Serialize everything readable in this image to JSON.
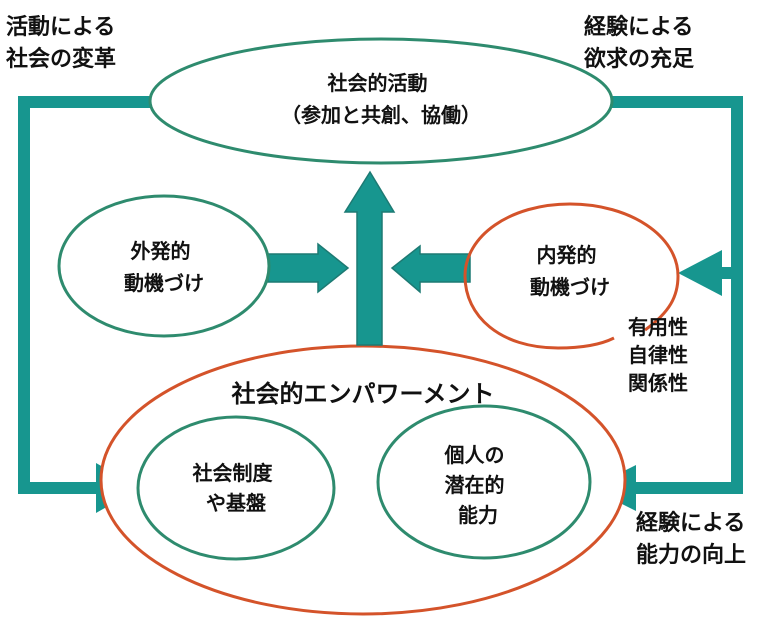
{
  "colors": {
    "teal": "#17968f",
    "teal_stroke": "#1d7a73",
    "green_ellipse": "#2e8b6e",
    "orange_ellipse": "#d4532a",
    "text": "#111111",
    "background": "#ffffff"
  },
  "corner_labels": {
    "top_left": [
      "活動による",
      "社会の変革"
    ],
    "top_right": [
      "経験による",
      "欲求の充足"
    ],
    "bottom_right": [
      "経験による",
      "能力の向上"
    ]
  },
  "nodes": {
    "social_activity": [
      "社会的活動",
      "（参加と共創、協働）"
    ],
    "extrinsic_motivation": [
      "外発的",
      "動機づけ"
    ],
    "intrinsic_motivation": [
      "内発的",
      "動機づけ"
    ],
    "intrinsic_needs": [
      "有用性",
      "自律性",
      "関係性"
    ],
    "social_empowerment": "社会的エンパワーメント",
    "social_systems": [
      "社会制度",
      "や基盤"
    ],
    "individual_potential": [
      "個人の",
      "潜在的",
      "能力"
    ]
  }
}
